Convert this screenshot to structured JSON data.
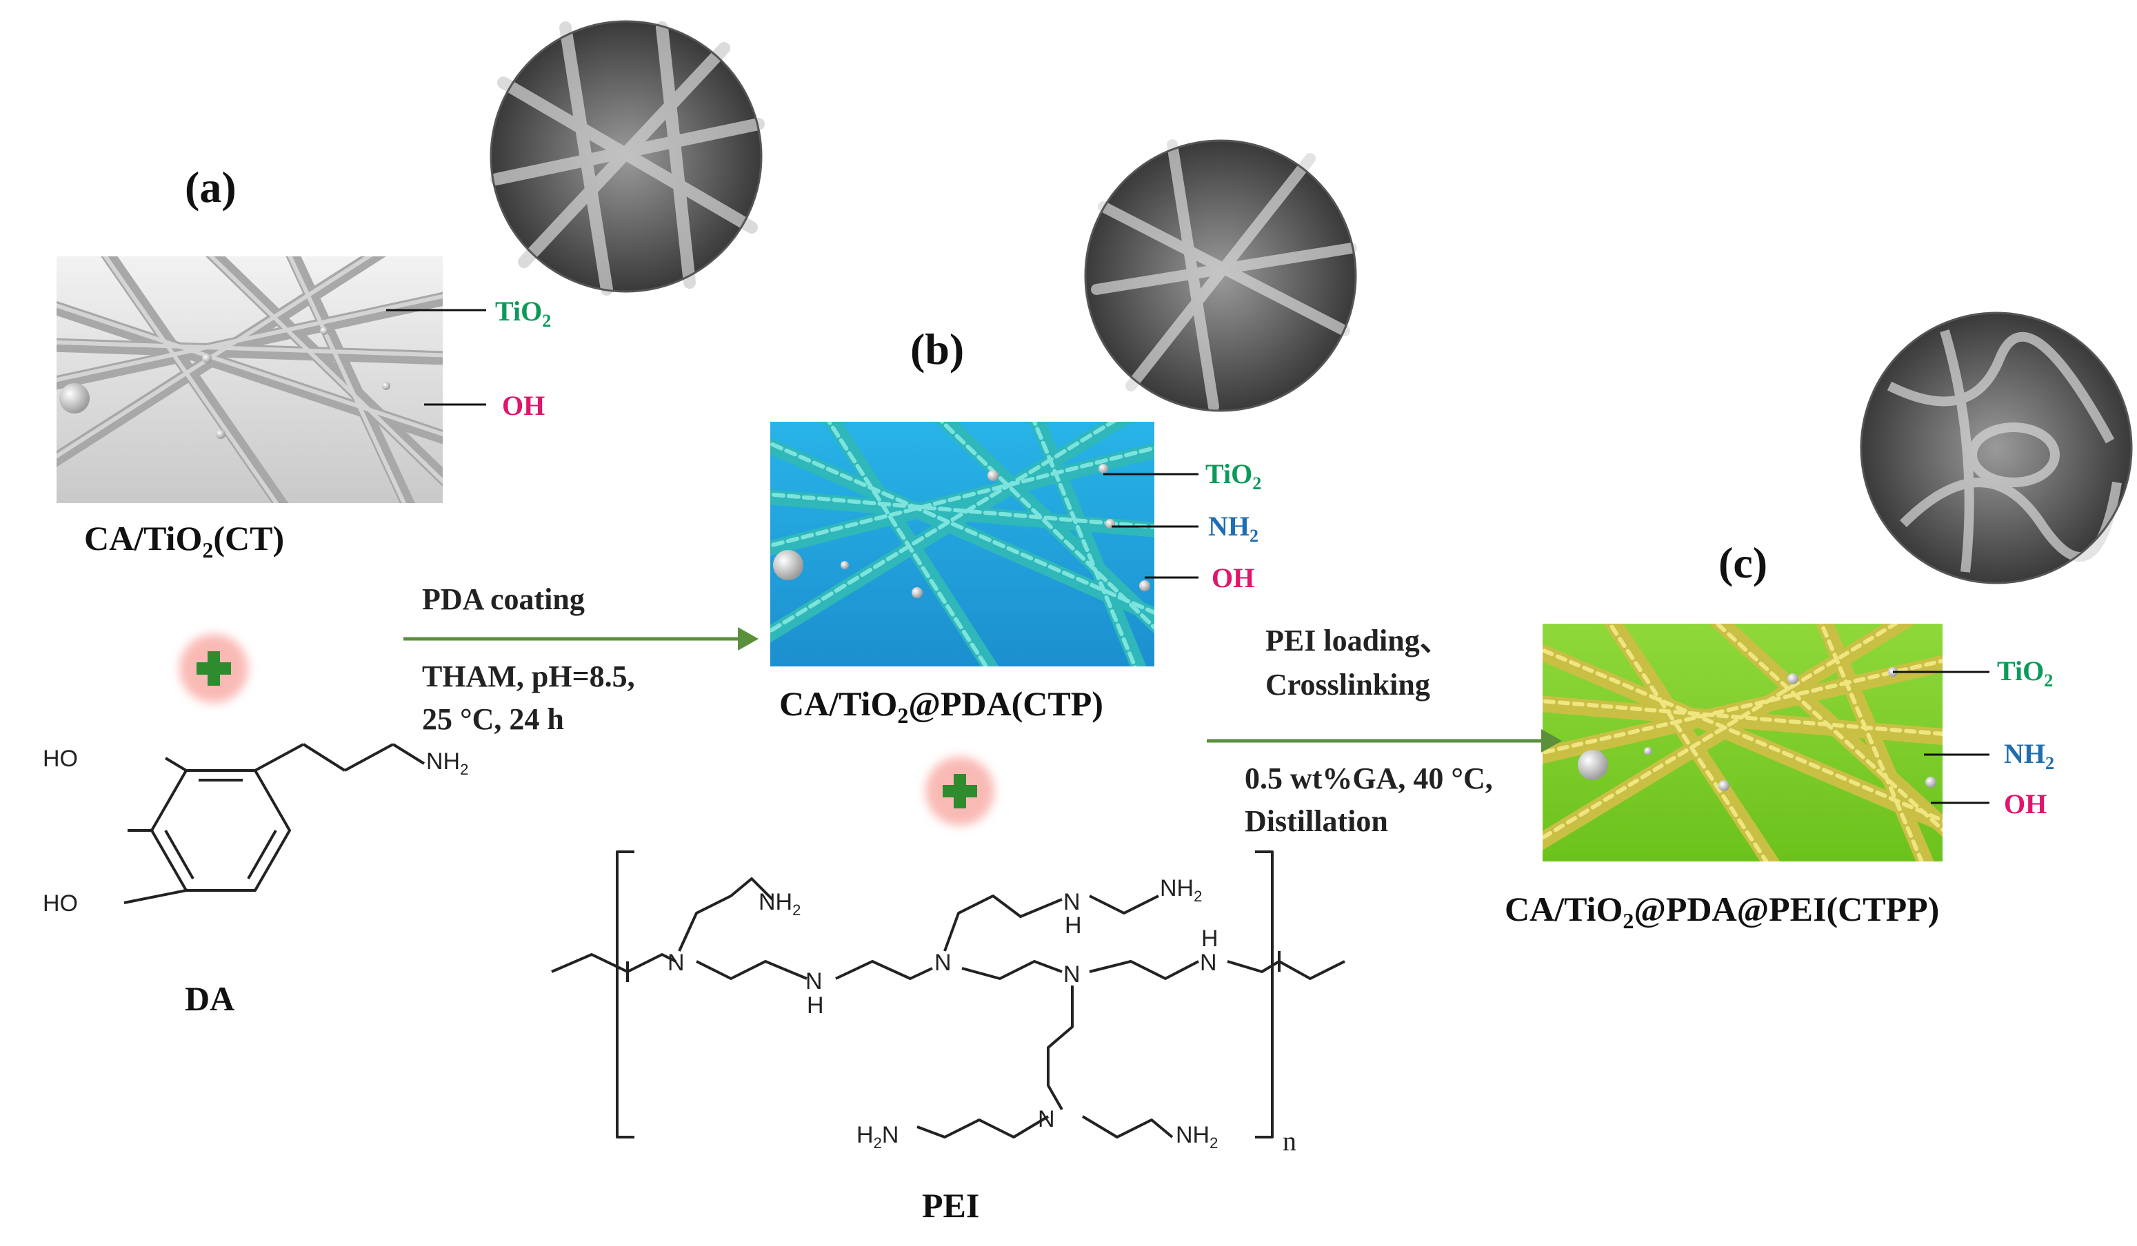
{
  "panels": {
    "a": {
      "label": "(a)",
      "name_main": "CA/TiO",
      "name_sub": "2",
      "name_tail": "(CT)",
      "tags": [
        {
          "main": "TiO",
          "sub": "2"
        },
        {
          "main": "OH",
          "sub": ""
        }
      ]
    },
    "b": {
      "label": "(b)",
      "name_main": "CA/TiO",
      "name_sub": "2",
      "name_tail": "@PDA(CTP)",
      "tags": [
        {
          "main": "TiO",
          "sub": "2"
        },
        {
          "main": "NH",
          "sub": "2"
        },
        {
          "main": "OH",
          "sub": ""
        }
      ]
    },
    "c": {
      "label": "(c)",
      "name_main": "CA/TiO",
      "name_sub": "2",
      "name_tail": "@PDA@PEI(CTPP)",
      "tags": [
        {
          "main": "TiO",
          "sub": "2"
        },
        {
          "main": "NH",
          "sub": "2"
        },
        {
          "main": "OH",
          "sub": ""
        }
      ]
    }
  },
  "arrow1": {
    "above": "PDA coating",
    "below_1": "THAM, pH=8.5,",
    "below_2": "25 °C, 24 h"
  },
  "arrow2": {
    "above_1": "PEI loading、",
    "above_2": "Crosslinking",
    "below_1": "0.5 wt%GA, 40 °C,",
    "below_2": "Distillation"
  },
  "molecules": {
    "da": {
      "name": "DA",
      "ho1": "HO",
      "ho2": "HO",
      "nh2_main": "NH",
      "nh2_sub": "2"
    },
    "pei": {
      "name": "PEI",
      "n": "n",
      "nh2_main": "NH",
      "nh2_sub": "2",
      "h2n_main": "H",
      "h2n_sub": "2",
      "h2n_tail": "N",
      "n_atom": "N",
      "h_atom": "H"
    }
  },
  "colors": {
    "ct_bg": "#d9d9d9",
    "ctp_bg": "#1aa7de",
    "ctpp_bg": "#7fd02a",
    "plus": "#2e8b2e",
    "arrow": "#5a8f3c",
    "arrow_glow": "#f4a09a"
  }
}
